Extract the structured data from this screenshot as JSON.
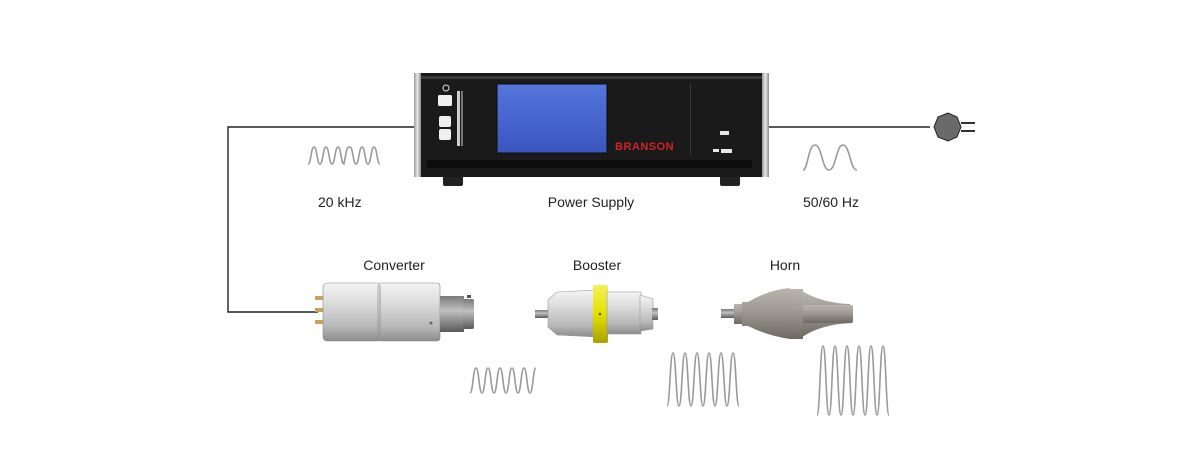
{
  "labels": {
    "power_supply": "Power Supply",
    "input_frequency": "20 kHz",
    "mains_frequency": "50/60 Hz",
    "converter": "Converter",
    "booster": "Booster",
    "horn": "Horn"
  },
  "brand": "BRANSON",
  "colors": {
    "screen": "#3f5fcf",
    "brand_text": "#d2222a",
    "booster_ring": "#e6e000",
    "chassis": "#1a1a1a",
    "wire": "#222222",
    "wave": "#9a9a9a"
  }
}
